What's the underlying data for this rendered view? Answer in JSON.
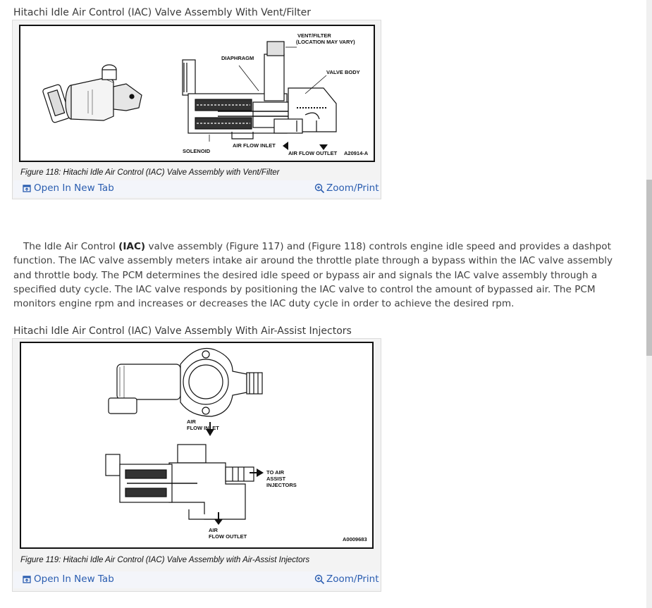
{
  "figures": [
    {
      "title": "Hitachi Idle Air Control (IAC) Valve Assembly With Vent/Filter",
      "caption": "Figure 118: Hitachi Idle Air Control (IAC) Valve Assembly with Vent/Filter",
      "labels": {
        "vent": "VENT/FILTER",
        "vent2": "(LOCATION MAY VARY)",
        "diaphragm": "DIAPHRAGM",
        "valve_body": "VALVE BODY",
        "solenoid": "SOLENOID",
        "air_inlet": "AIR FLOW INLET",
        "air_outlet": "AIR FLOW OUTLET",
        "code": "A20914-A"
      },
      "open_label": "Open In New Tab",
      "zoom_label": "Zoom/Print"
    },
    {
      "title": "Hitachi Idle Air Control (IAC) Valve Assembly With Air-Assist Injectors",
      "caption": "Figure 119: Hitachi Idle Air Control (IAC) Valve Assembly with Air-Assist Injectors",
      "labels": {
        "air": "AIR",
        "flow_inlet": "FLOW INLET",
        "to_air": "TO AIR",
        "assist": "ASSIST",
        "injectors": "INJECTORS",
        "air2": "AIR",
        "flow_outlet": "FLOW OUTLET",
        "code": "A0009683"
      },
      "open_label": "Open In New Tab",
      "zoom_label": "Zoom/Print"
    }
  ],
  "paragraph": {
    "lead": "The Idle Air Control ",
    "bold": "(IAC)",
    "rest": " valve assembly (Figure 117) and (Figure 118) controls engine idle speed and provides a dashpot function. The IAC valve assembly meters intake air around the throttle plate through a bypass within the IAC valve assembly and throttle body. The PCM determines the desired idle speed or bypass air and signals the IAC valve assembly through a specified duty cycle. The IAC valve responds by positioning the IAC valve to control the amount of bypassed air. The PCM monitors engine rpm and increases or decreases the IAC duty cycle in order to achieve the desired rpm."
  },
  "colors": {
    "link": "#2a5db0",
    "text": "#404040",
    "bar": "#f3f5fa"
  },
  "icons": {
    "open": "open-in-new-tab-icon",
    "zoom": "zoom-in-icon"
  }
}
